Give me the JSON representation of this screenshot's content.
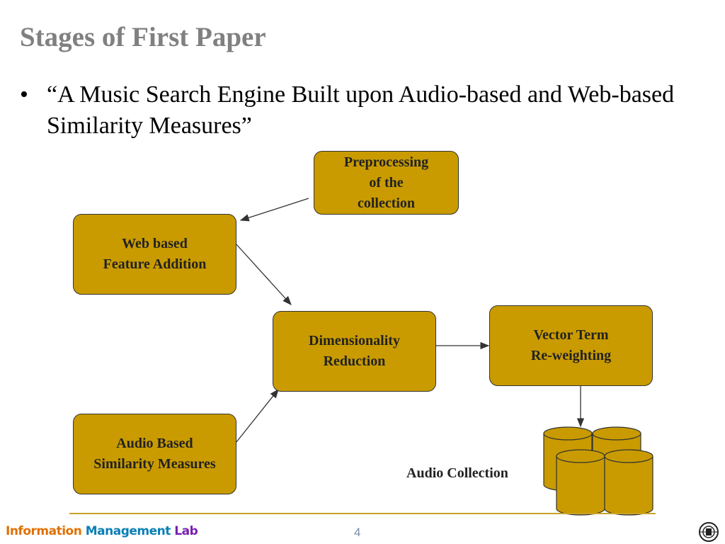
{
  "slide": {
    "title": "Stages of First Paper",
    "bullet": "•",
    "bullet_text": "“A Music Search Engine Built upon Audio-based and Web-based Similarity Measures”"
  },
  "diagram": {
    "nodes": {
      "preprocessing": "Preprocessing\nof the\ncollection",
      "web_feature": "Web based\nFeature Addition",
      "dimensionality": "Dimensionality\nReduction",
      "vector_term": "Vector Term\nRe-weighting",
      "audio_similarity": "Audio Based\nSimilarity Measures",
      "audio_collection": "Audio Collection"
    },
    "colors": {
      "box_fill": "#c99b00",
      "cylinder_fill": "#c99b00",
      "arrow": "#333333"
    }
  },
  "footer": {
    "lab_word1": "Information",
    "lab_word2": "Management",
    "lab_word3": "Lab",
    "page_number": "4"
  }
}
